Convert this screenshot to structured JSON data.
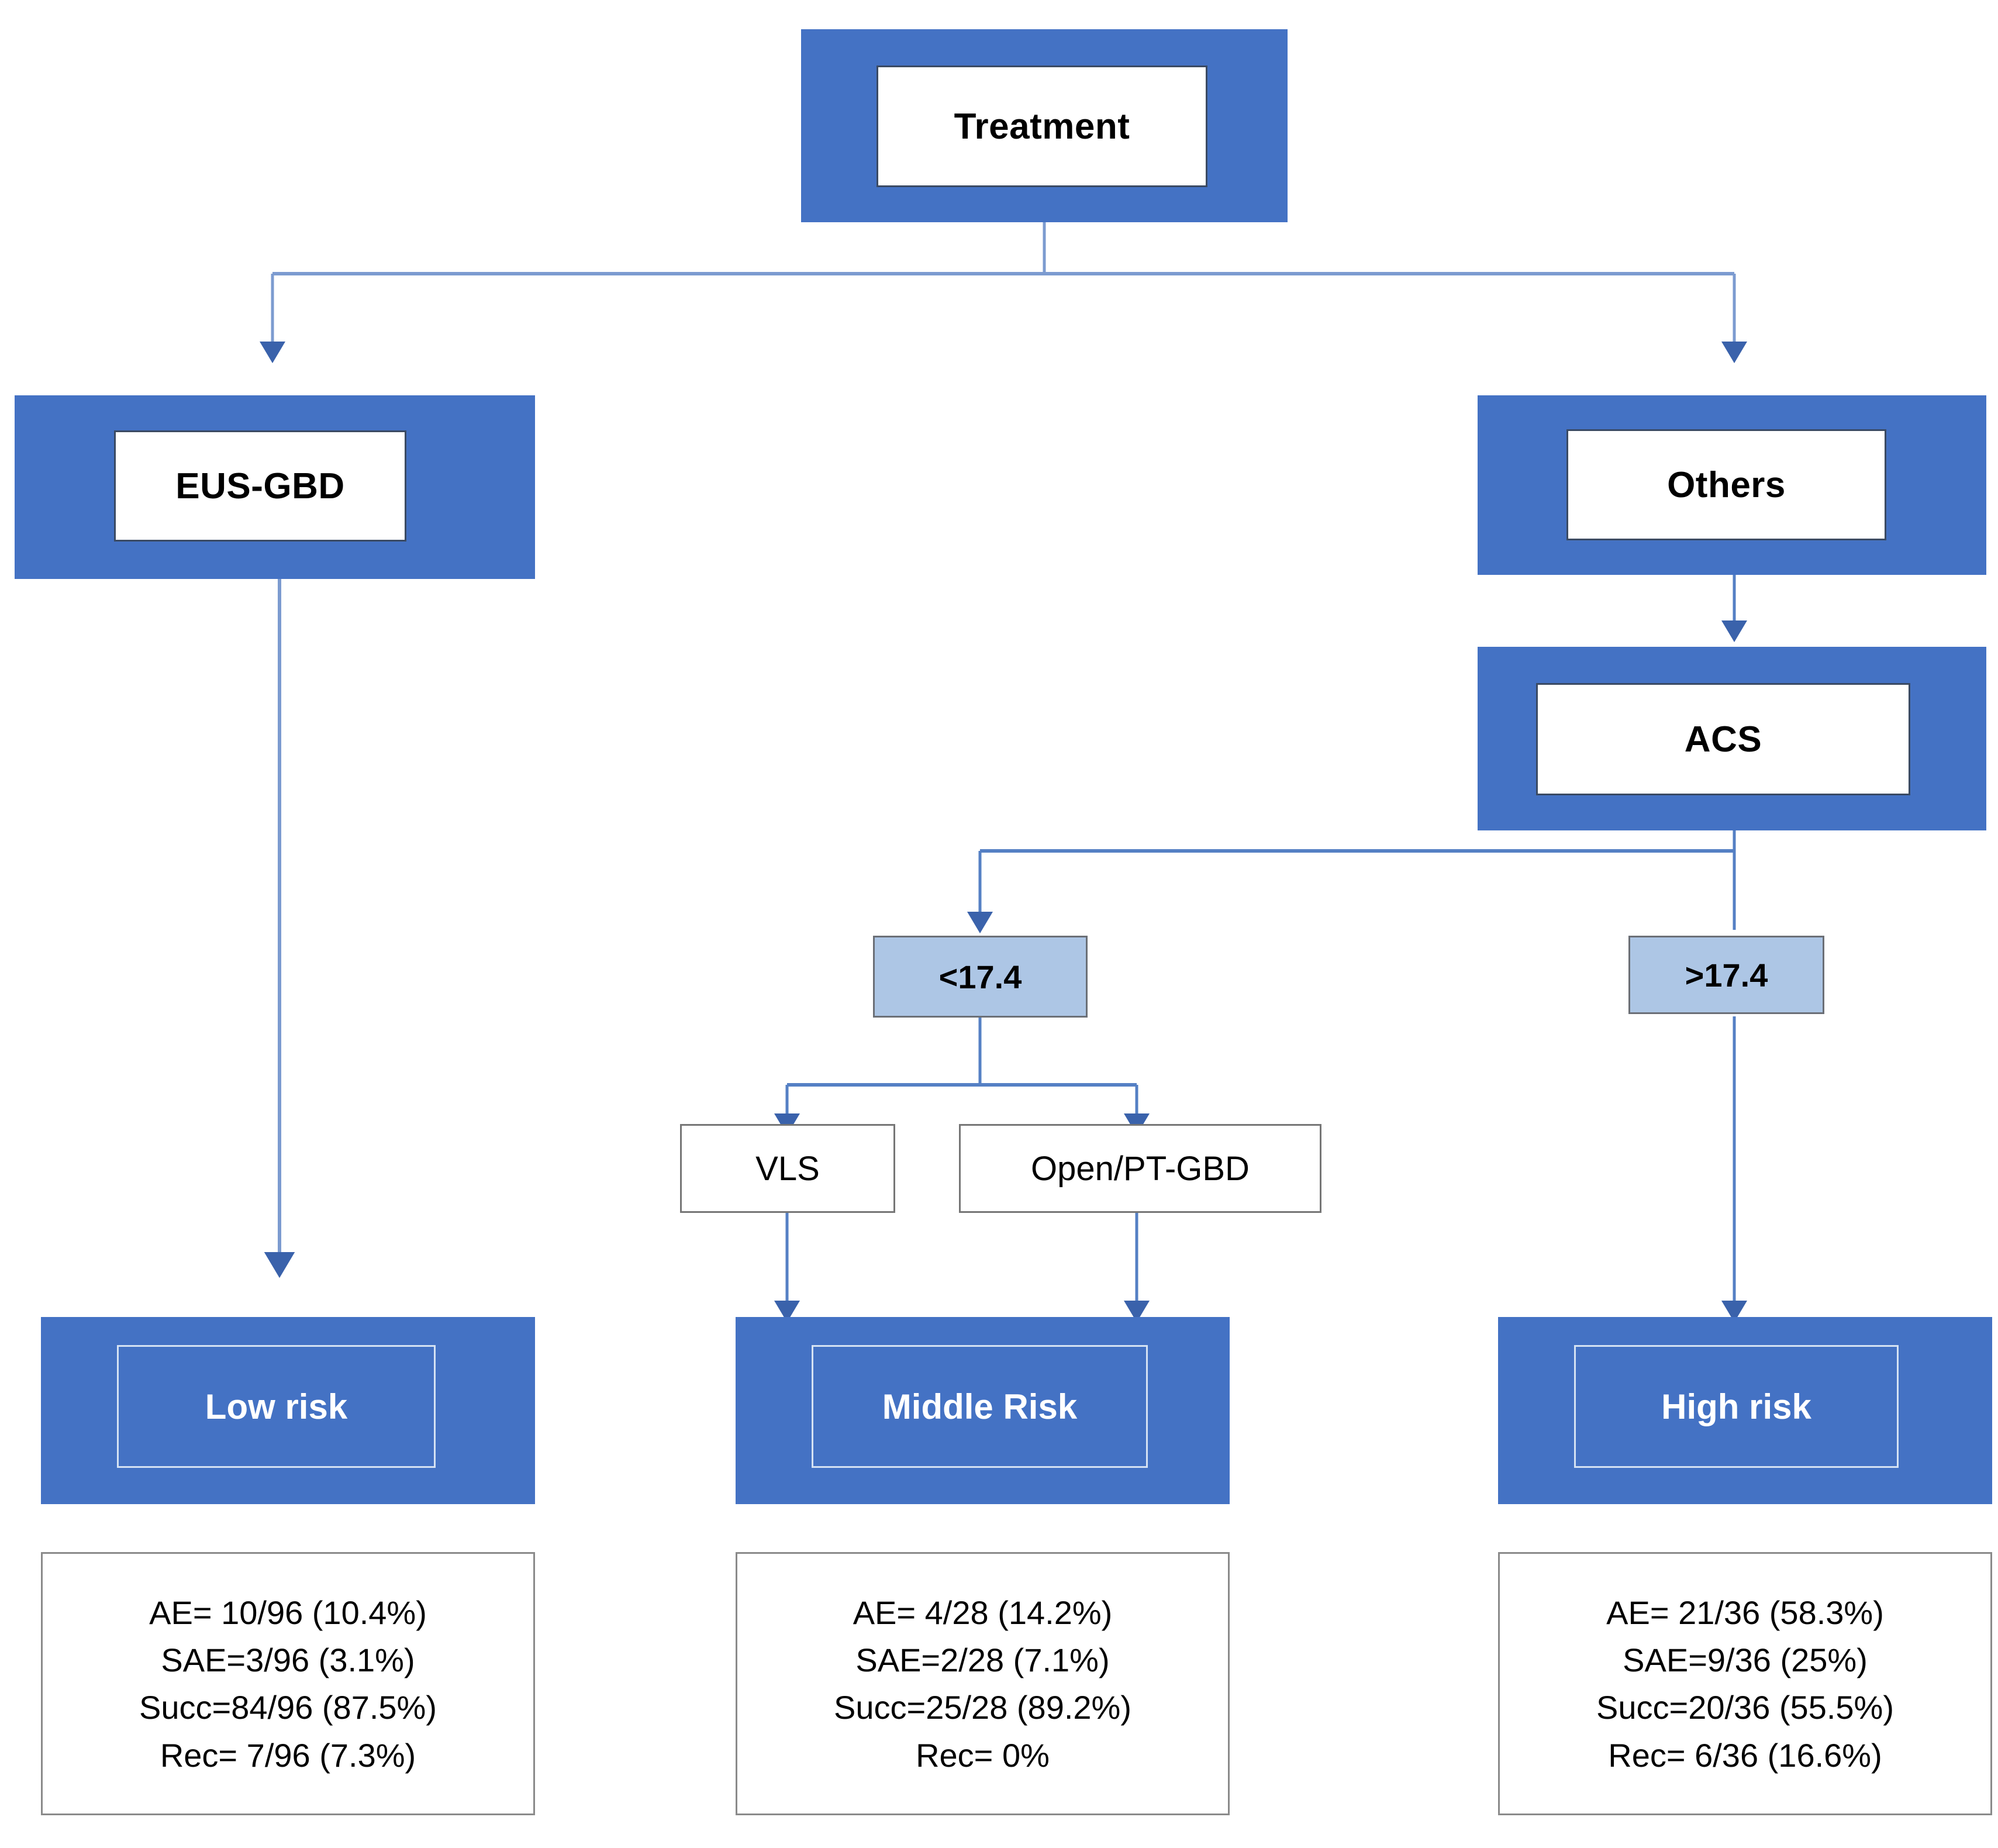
{
  "diagram": {
    "title": "Treatment risk stratification flowchart",
    "colors": {
      "node_blue": "#4472c4",
      "chip_light_blue": "#adc6e5",
      "connector_blue": "#4a74b8",
      "plate_white": "#ffffff",
      "border_gray": "#767676"
    },
    "nodes": {
      "treatment": {
        "label": "Treatment"
      },
      "eus_gbd": {
        "label": "EUS-GBD"
      },
      "others": {
        "label": "Others"
      },
      "acs": {
        "label": "ACS"
      },
      "threshold_low": {
        "label": "<17.4"
      },
      "threshold_high": {
        "label": ">17.4"
      },
      "vls": {
        "label": "VLS"
      },
      "open_pt_gbd": {
        "label": "Open/PT-GBD"
      },
      "low_risk": {
        "label": "Low risk"
      },
      "middle_risk": {
        "label": "Middle Risk"
      },
      "high_risk": {
        "label": "High risk"
      }
    },
    "stats": {
      "low_risk": {
        "lines": [
          "AE= 10/96 (10.4%)",
          "SAE=3/96 (3.1%)",
          "Succ=84/96 (87.5%)",
          "Rec= 7/96 (7.3%)"
        ]
      },
      "middle_risk": {
        "lines": [
          "AE= 4/28 (14.2%)",
          "SAE=2/28 (7.1%)",
          "Succ=25/28 (89.2%)",
          "Rec= 0%"
        ]
      },
      "high_risk": {
        "lines": [
          "AE= 21/36 (58.3%)",
          "SAE=9/36 (25%)",
          "Succ=20/36 (55.5%)",
          "Rec= 6/36 (16.6%)"
        ]
      }
    }
  }
}
